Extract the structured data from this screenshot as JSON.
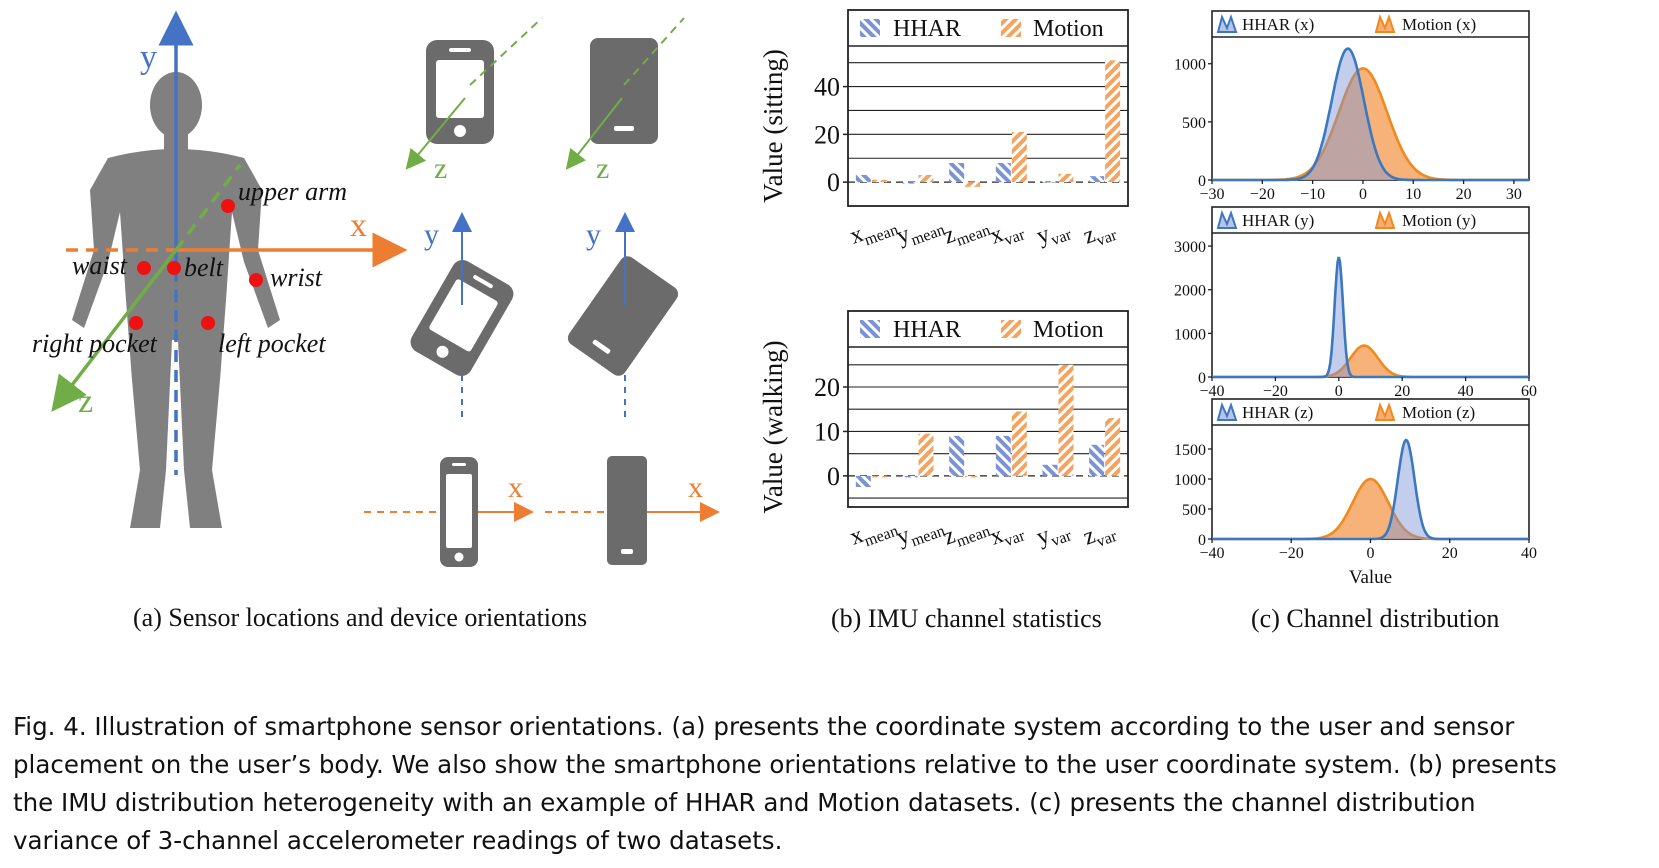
{
  "colors": {
    "body": "#808080",
    "phone": "#6b6b6b",
    "axis_y": "#4472c4",
    "axis_x": "#ed7d31",
    "axis_z": "#70ad47",
    "sensor": "#ee1111",
    "hhar": "#7b93d6",
    "hhar_line": "#3a78c0",
    "motion": "#f4a460",
    "motion_line": "#f08a1e"
  },
  "panel_a": {
    "caption": "(a) Sensor locations and device orientations",
    "axes": {
      "x": "x",
      "y": "y",
      "z": "z"
    },
    "sensors": {
      "upper_arm": "upper arm",
      "waist": "waist",
      "belt": "belt",
      "wrist": "wrist",
      "right_pocket": "right pocket",
      "left_pocket": "left pocket"
    },
    "device_axes": {
      "row1": [
        "z",
        "z"
      ],
      "row2": [
        "y",
        "y"
      ],
      "row3": [
        "x",
        "x"
      ]
    }
  },
  "panel_b": {
    "caption": "(b) IMU channel statistics"
  },
  "panel_c": {
    "caption": "(c) Channel distribution"
  },
  "figure_caption": {
    "line1": "Fig. 4.  Illustration of smartphone sensor orientations. (a) presents the coordinate system according to the user and sensor",
    "line2": "placement on the user’s body. We also show the smartphone orientations relative to the user coordinate system. (b) presents",
    "line3": "the IMU distribution heterogeneity with an example of HHAR and Motion datasets. (c) presents the channel distribution",
    "line4": "variance of 3-channel accelerometer readings of two datasets."
  },
  "chart_data": [
    {
      "type": "bar",
      "categories": [
        "x_mean",
        "y_mean",
        "z_mean",
        "x_var",
        "y_var",
        "z_var"
      ],
      "category_labels": [
        [
          "x",
          "mean"
        ],
        [
          "y",
          "mean"
        ],
        [
          "z",
          "mean"
        ],
        [
          "x",
          "var"
        ],
        [
          "y",
          "var"
        ],
        [
          "z",
          "var"
        ]
      ],
      "series": [
        {
          "name": "HHAR",
          "values": [
            3,
            0,
            8,
            8,
            0.5,
            2.5
          ]
        },
        {
          "name": "Motion",
          "values": [
            1,
            3,
            -2,
            21,
            3.5,
            51
          ]
        }
      ],
      "ylabel": "Value (sitting)",
      "yticks": [
        0,
        20,
        40
      ],
      "ylim": [
        -10,
        57
      ],
      "grid": true,
      "legend": "top"
    },
    {
      "type": "bar",
      "categories": [
        "x_mean",
        "y_mean",
        "z_mean",
        "x_var",
        "y_var",
        "z_var"
      ],
      "category_labels": [
        [
          "x",
          "mean"
        ],
        [
          "y",
          "mean"
        ],
        [
          "z",
          "mean"
        ],
        [
          "x",
          "var"
        ],
        [
          "y",
          "var"
        ],
        [
          "z",
          "var"
        ]
      ],
      "series": [
        {
          "name": "HHAR",
          "values": [
            -2.5,
            0,
            9,
            9,
            2.5,
            7
          ]
        },
        {
          "name": "Motion",
          "values": [
            0,
            9.5,
            0,
            14.5,
            25,
            13
          ]
        }
      ],
      "ylabel": "Value (walking)",
      "yticks": [
        0,
        10,
        20
      ],
      "ylim": [
        -7,
        29
      ],
      "grid": true,
      "legend": "top"
    },
    {
      "type": "area",
      "series": [
        {
          "name": "HHAR (x)",
          "mu": -3,
          "sigma": 3.2,
          "peak": 1130
        },
        {
          "name": "Motion (x)",
          "mu": 0,
          "sigma": 4.8,
          "peak": 960
        }
      ],
      "xticks": [
        -30,
        -20,
        -10,
        0,
        10,
        20,
        30
      ],
      "xlim": [
        -30,
        33
      ],
      "yticks": [
        0,
        500,
        1000
      ],
      "ylim": [
        0,
        1230
      ],
      "legend": "top"
    },
    {
      "type": "area",
      "series": [
        {
          "name": "HHAR (y)",
          "mu": 0,
          "sigma": 1.3,
          "peak": 2750
        },
        {
          "name": "Motion (y)",
          "mu": 8,
          "sigma": 4.3,
          "peak": 720
        }
      ],
      "xticks": [
        -40,
        -20,
        0,
        20,
        40,
        60
      ],
      "xlim": [
        -40,
        60
      ],
      "yticks": [
        0,
        1000,
        2000,
        3000
      ],
      "ylim": [
        0,
        3300
      ],
      "legend": "top"
    },
    {
      "type": "area",
      "series": [
        {
          "name": "HHAR (z)",
          "mu": 9,
          "sigma": 2.1,
          "peak": 1650
        },
        {
          "name": "Motion (z)",
          "mu": 0,
          "sigma": 4.5,
          "peak": 1000
        }
      ],
      "xticks": [
        -40,
        -20,
        0,
        20,
        40
      ],
      "xlim": [
        -40,
        40
      ],
      "yticks": [
        0,
        500,
        1000,
        1500
      ],
      "ylim": [
        0,
        1900
      ],
      "xlabel": "Value",
      "legend": "top"
    }
  ]
}
